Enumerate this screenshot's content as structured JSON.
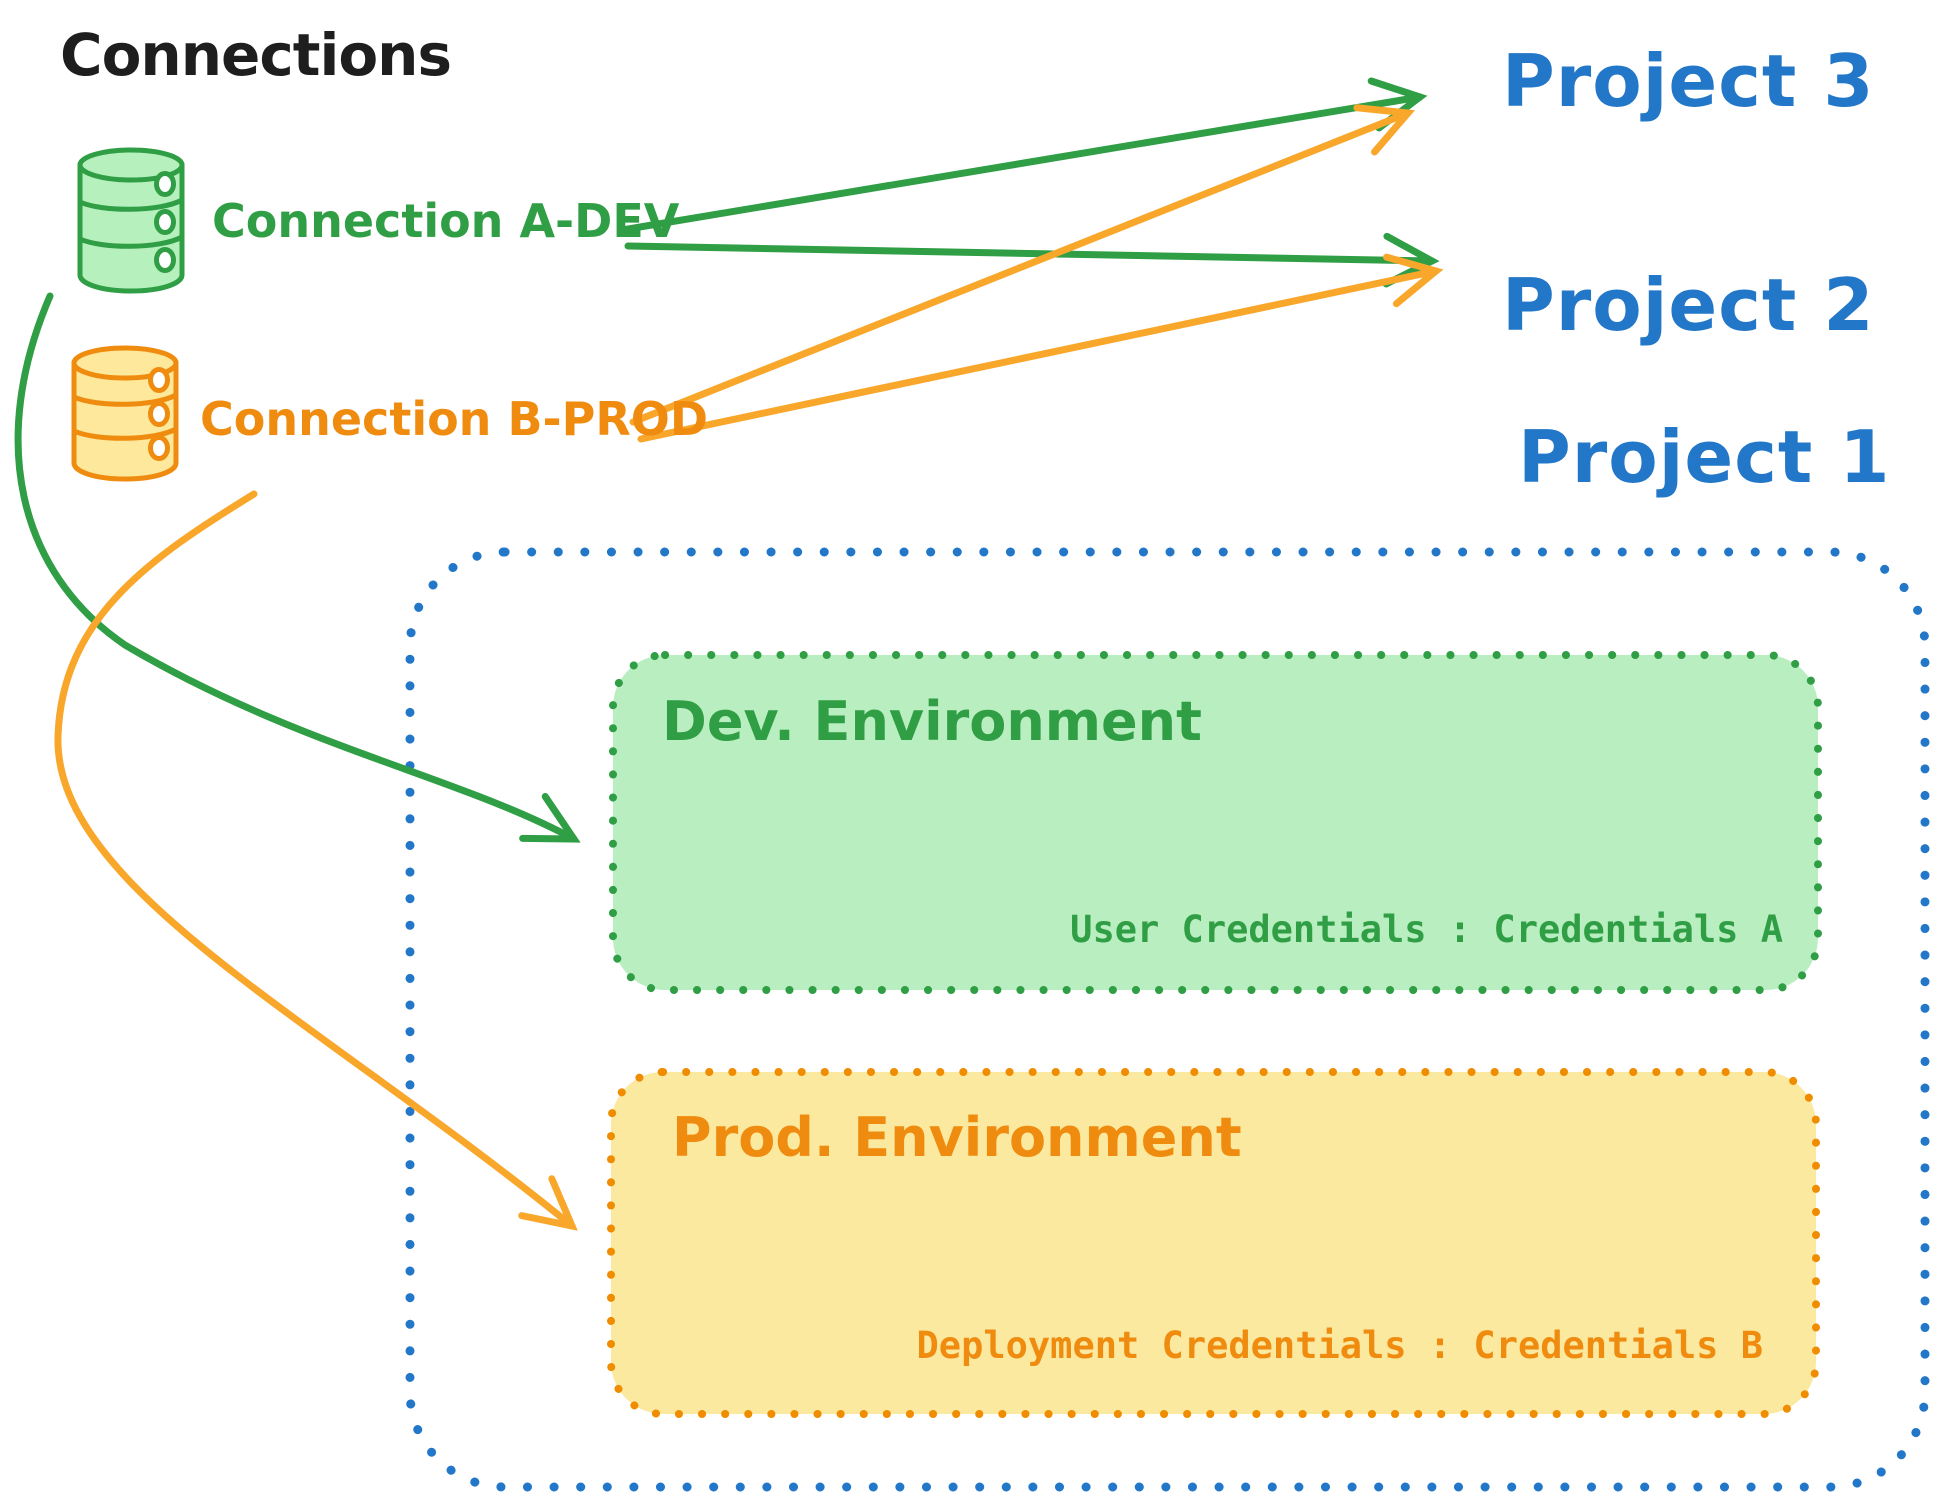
{
  "title": "Connections",
  "connections": {
    "dev": {
      "label": "Connection A-DEV"
    },
    "prod": {
      "label": "Connection B-PROD"
    }
  },
  "projects": {
    "p3": {
      "label": "Project 3"
    },
    "p2": {
      "label": "Project 2"
    },
    "p1": {
      "label": "Project 1"
    }
  },
  "project1": {
    "dev_environment": {
      "title": "Dev. Environment",
      "credentials": "User Credentials : Credentials A"
    },
    "prod_environment": {
      "title": "Prod. Environment",
      "credentials": "Deployment Credentials : Credentials B"
    }
  },
  "relations": [
    {
      "from": "Connection A-DEV",
      "to": "Project 3"
    },
    {
      "from": "Connection A-DEV",
      "to": "Project 2"
    },
    {
      "from": "Connection B-PROD",
      "to": "Project 3"
    },
    {
      "from": "Connection B-PROD",
      "to": "Project 2"
    },
    {
      "from": "Connection A-DEV",
      "to": "Dev. Environment (Project 1)"
    },
    {
      "from": "Connection B-PROD",
      "to": "Prod. Environment (Project 1)"
    }
  ],
  "colors": {
    "ink": "#1e1e1e",
    "green": "#2f9e44",
    "green_box_fill": "#b9eec0",
    "db_green_fill": "#b5f0bd",
    "orange": "#ef8c0f",
    "orange_border": "#f08c00",
    "orange_arrow": "#f9a72b",
    "orange_box_fill": "#fce9a0",
    "db_orange_fill": "#fde89b",
    "blue": "#2277c8"
  }
}
